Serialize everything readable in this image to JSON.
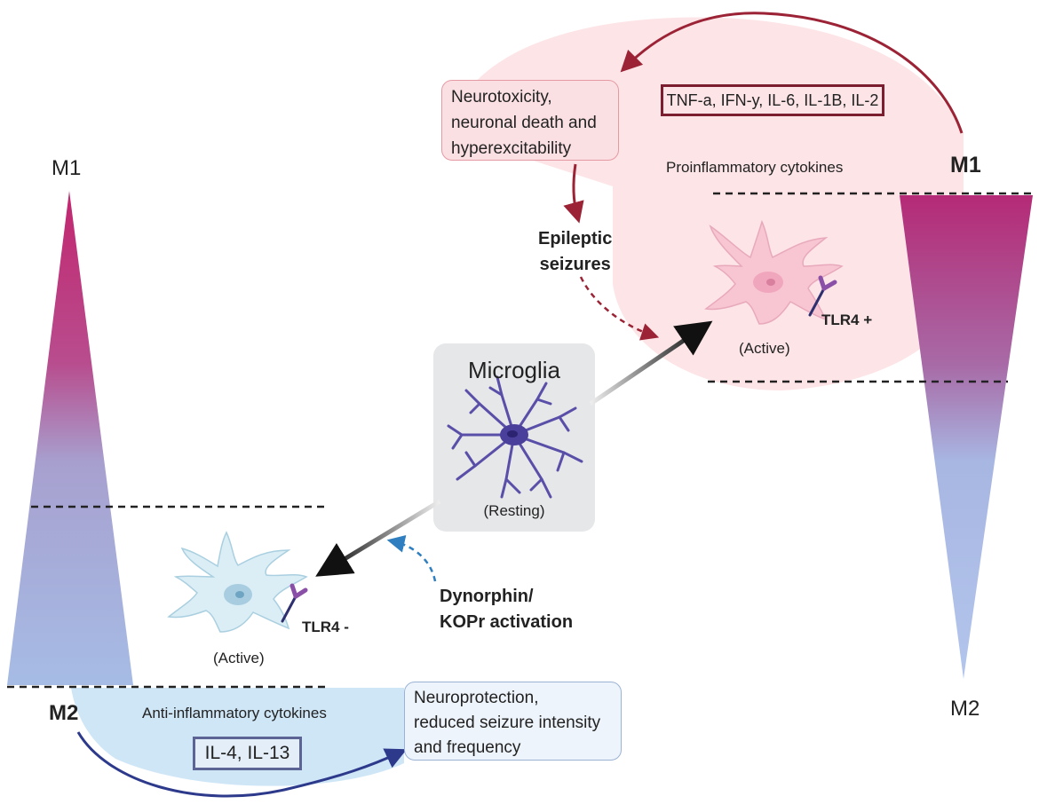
{
  "left_scale": {
    "top_label": "M1",
    "bottom_label": "M2"
  },
  "right_scale": {
    "top_label": "M1",
    "bottom_label": "M2"
  },
  "center": {
    "title": "Microglia",
    "state": "(Resting)"
  },
  "pro": {
    "outcome": "Neurotoxicity,\nneuronal death and\nhyperexcitability",
    "cytokine_list": "TNF-a, IFN-y, IL-6, IL-1B, IL-2",
    "cytokine_caption": "Proinflammatory cytokines",
    "trigger": "Epileptic\nseizures",
    "receptor": "TLR4 +",
    "state": "(Active)"
  },
  "anti": {
    "cytokine_caption": "Anti-inflammatory cytokines",
    "cytokine_list": "IL-4, IL-13",
    "outcome": "Neuroprotection,\nreduced seizure intensity\nand frequency",
    "trigger": "Dynorphin/\nKOPr activation",
    "receptor": "TLR4 -",
    "state": "(Active)"
  },
  "colors": {
    "m1_magenta": "#b8317a",
    "m2_blue": "#a8bde6",
    "pro_bg": "#fde4e7",
    "anti_bg": "#cfe6f7",
    "pro_arrow": "#9b2335",
    "anti_arrow": "#2d3a8c",
    "dashed_blue": "#2e7ec0"
  }
}
